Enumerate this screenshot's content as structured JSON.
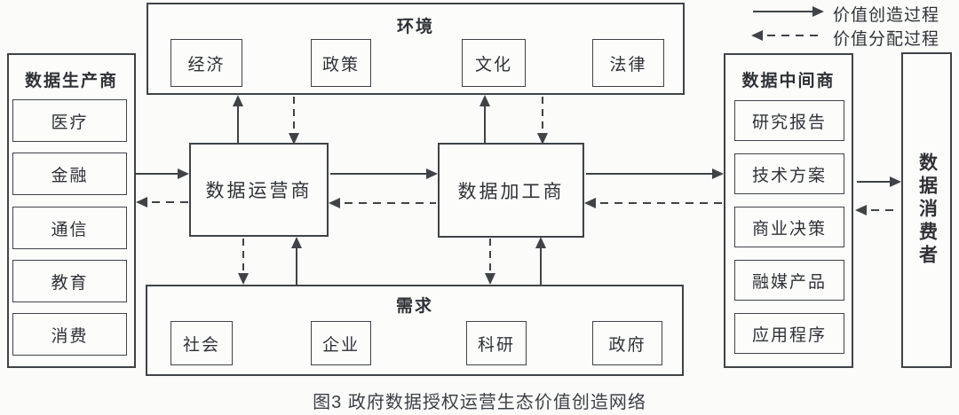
{
  "legend": {
    "create_label": "价值创造过程",
    "distribute_label": "价值分配过程"
  },
  "producers": {
    "title": "数据生产商",
    "items": [
      "医疗",
      "金融",
      "通信",
      "教育",
      "消费"
    ]
  },
  "environment": {
    "title": "环境",
    "items": [
      "经济",
      "政策",
      "文化",
      "法律"
    ]
  },
  "operator": {
    "label": "数据运营商"
  },
  "processor": {
    "label": "数据加工商"
  },
  "demand": {
    "title": "需求",
    "items": [
      "社会",
      "企业",
      "科研",
      "政府"
    ]
  },
  "intermediary": {
    "title": "数据中间商",
    "items": [
      "研究报告",
      "技术方案",
      "商业决策",
      "融媒产品",
      "应用程序"
    ]
  },
  "consumer": {
    "label": "数据消费者"
  },
  "caption": "图3  政府数据授权运营生态价值创造网络",
  "colors": {
    "line": "#3f4347",
    "text": "#2e3236",
    "background": "#fbfbfa"
  }
}
